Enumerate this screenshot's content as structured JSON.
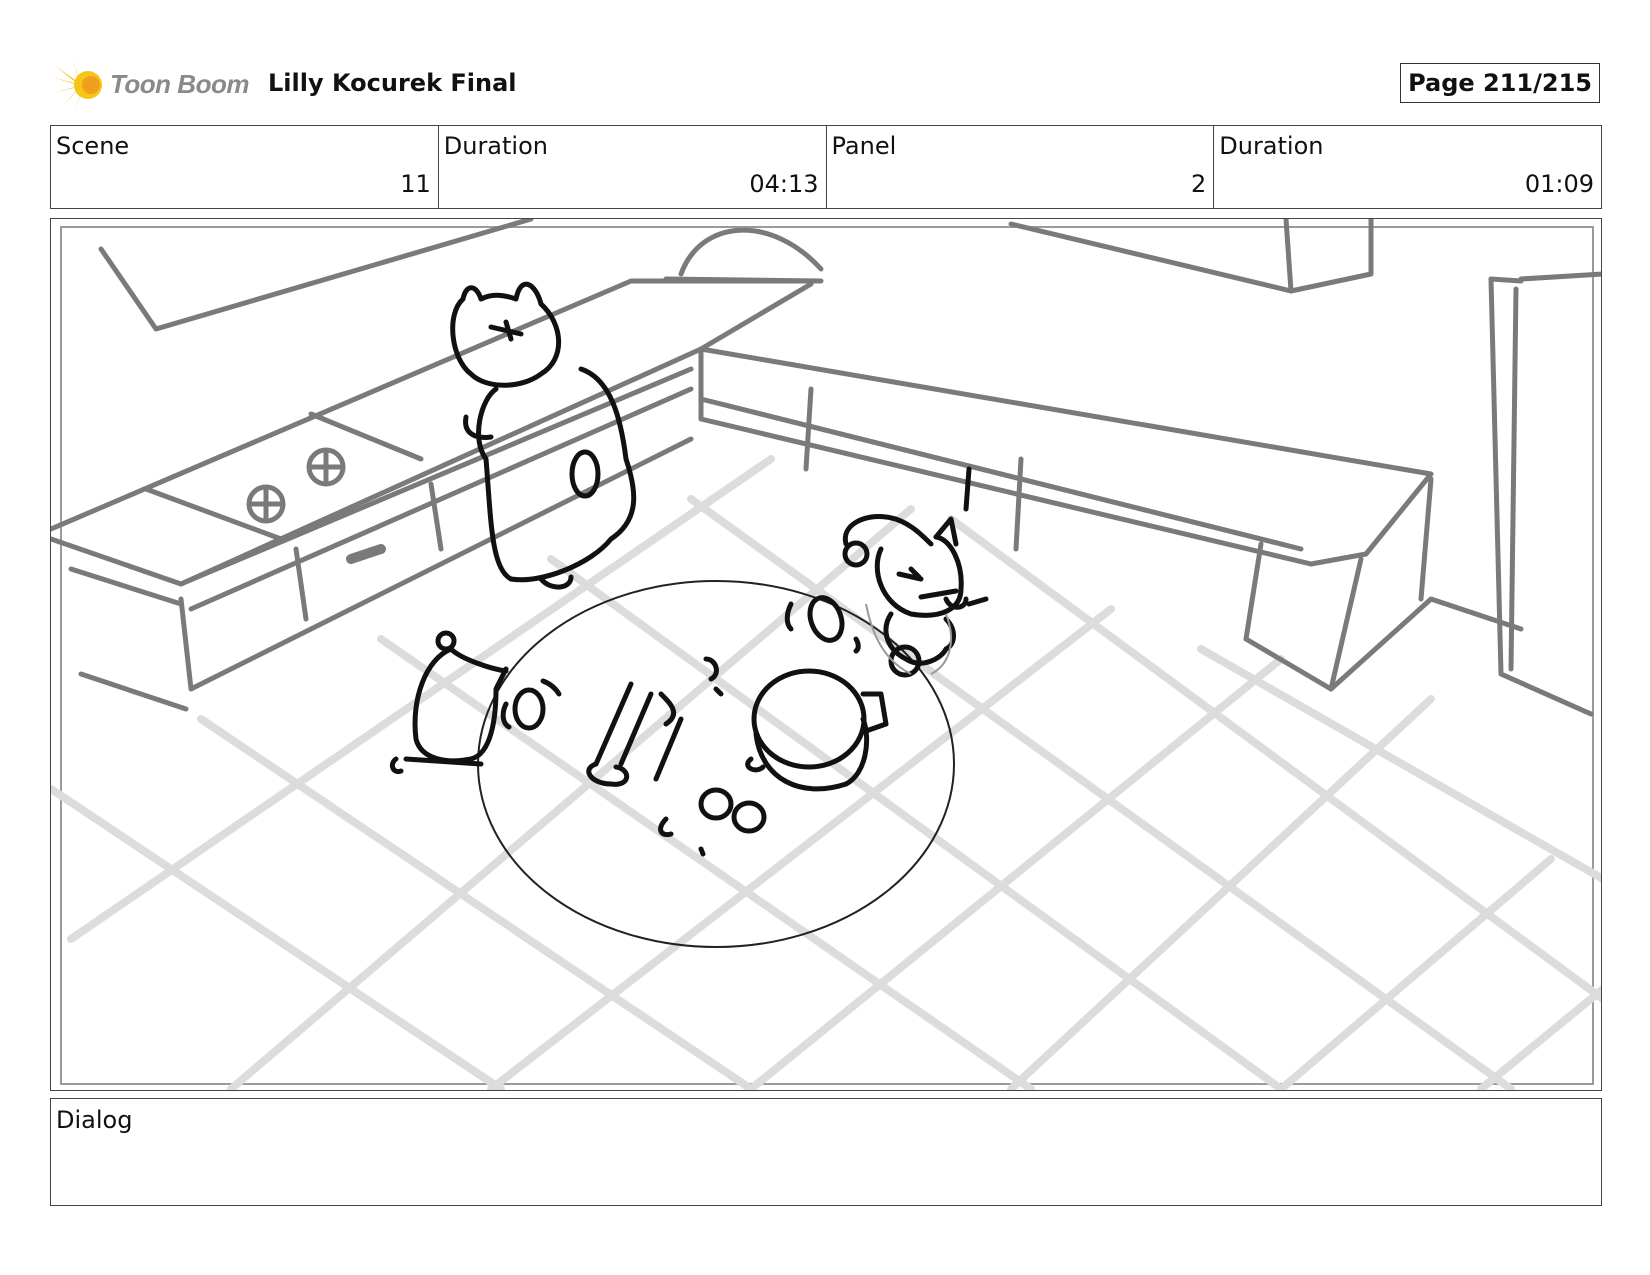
{
  "header": {
    "logo_text": "Toon Boom",
    "project_title": "Lilly Kocurek Final",
    "page_label": "Page 211/215"
  },
  "info": {
    "scene_label": "Scene",
    "scene_value": "11",
    "scene_duration_label": "Duration",
    "scene_duration_value": "04:13",
    "panel_label": "Panel",
    "panel_value": "2",
    "panel_duration_label": "Duration",
    "panel_duration_value": "01:09"
  },
  "dialog": {
    "label": "Dialog"
  },
  "colors": {
    "logo_yellow": "#f5c518",
    "logo_orange": "#f0a01e",
    "sketch_black": "#111111",
    "sketch_gray": "#7a7a7a",
    "floor_gray": "#dcdcdc"
  }
}
